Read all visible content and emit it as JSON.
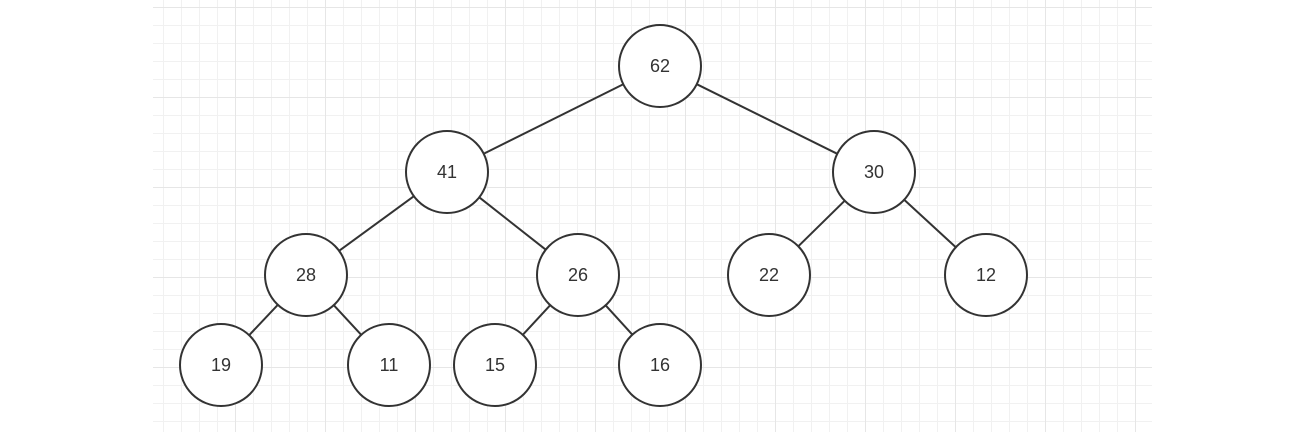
{
  "diagram": {
    "nodes": [
      {
        "id": "n62",
        "label": "62"
      },
      {
        "id": "n41",
        "label": "41"
      },
      {
        "id": "n30",
        "label": "30"
      },
      {
        "id": "n28",
        "label": "28"
      },
      {
        "id": "n26",
        "label": "26"
      },
      {
        "id": "n22",
        "label": "22"
      },
      {
        "id": "n12",
        "label": "12"
      },
      {
        "id": "n19",
        "label": "19"
      },
      {
        "id": "n11",
        "label": "11"
      },
      {
        "id": "n15",
        "label": "15"
      },
      {
        "id": "n16",
        "label": "16"
      }
    ],
    "edges": [
      {
        "from": "n62",
        "to": "n41"
      },
      {
        "from": "n62",
        "to": "n30"
      },
      {
        "from": "n41",
        "to": "n28"
      },
      {
        "from": "n41",
        "to": "n26"
      },
      {
        "from": "n30",
        "to": "n22"
      },
      {
        "from": "n30",
        "to": "n12"
      },
      {
        "from": "n28",
        "to": "n19"
      },
      {
        "from": "n28",
        "to": "n11"
      },
      {
        "from": "n26",
        "to": "n15"
      },
      {
        "from": "n26",
        "to": "n16"
      }
    ],
    "colors": {
      "stroke": "#333333",
      "fill": "#ffffff",
      "text": "#333333",
      "grid": "#e6e6e6"
    }
  }
}
